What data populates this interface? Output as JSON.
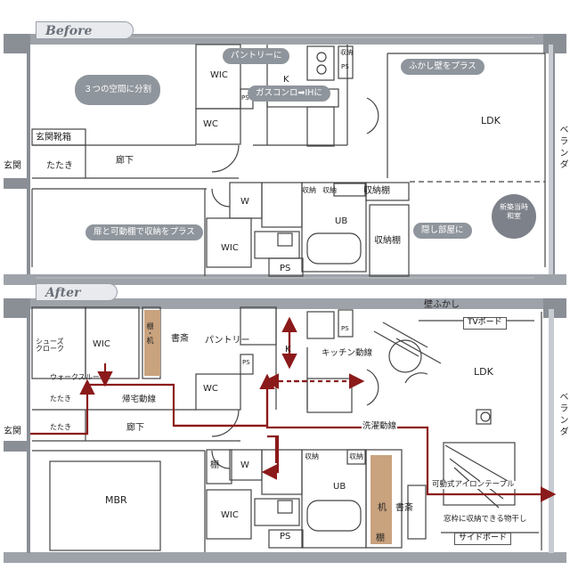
{
  "before": {
    "banner": "Before",
    "rooms": {
      "wic_top": "WIC",
      "wc": "WC",
      "ps_small": "PS",
      "kitchen": "K",
      "ldk": "LDK",
      "balcony": "ベランダ",
      "genkan_kutsubako": "玄関靴箱",
      "genkan": "玄関",
      "tataki": "たたき",
      "roka": "廊下",
      "w": "W",
      "ub": "UB",
      "wic_bottom": "WIC",
      "ps_bottom": "PS",
      "storage_a": "収納",
      "storage_b": "収納",
      "storage_c": "収納棚",
      "storage_d": "収納棚",
      "ps_kitchen": "PS",
      "fridge_storage": "収納"
    },
    "callouts": {
      "split": "３つの空間に分割",
      "pantry": "パントリーに",
      "gas": "ガスコンロ➡IHに",
      "false_wall": "ふかし壁をプラス",
      "door_storage": "扉と可動棚で収納をプラス",
      "hidden_room": "隠し部屋に",
      "washitsu": "新築当時\n和室"
    }
  },
  "after": {
    "banner": "After",
    "rooms": {
      "shoes_cloak": "シューズ\nクローク",
      "wic_top": "WIC",
      "shelf_desk": "棚・机",
      "study_top": "書斎",
      "pantry": "パントリー",
      "kitchen": "K",
      "ps_top": "PS",
      "ps_mid": "PS",
      "wc": "WC",
      "walk_through": "ウォークスルー",
      "tataki_a": "たたき",
      "tataki_b": "たたき",
      "genkan": "玄関",
      "roka": "廊下",
      "ldk": "LDK",
      "balcony": "ベランダ",
      "shelf": "棚",
      "w": "W",
      "ub": "UB",
      "desk": "机",
      "study_bottom": "書斎",
      "mbr": "MBR",
      "wic_bottom": "WIC",
      "ps_bottom": "PS",
      "shelf_bottom": "棚",
      "storage_a": "収納",
      "storage_b": "収納"
    },
    "labels": {
      "false_wall": "壁ふかし",
      "tv_board": "TVボード",
      "kitchen_flow": "キッチン動線",
      "return_flow": "帰宅動線",
      "laundry_flow": "洗濯動線",
      "ironing_table": "可動式アイロンテーブル",
      "window_dryer": "窓枠に収納できる物干し",
      "sideboard": "サイドボード"
    }
  },
  "colors": {
    "wall": "#8a8f96",
    "line": "#444444",
    "flow": "#8b1a1a",
    "bubble": "#8f959c",
    "wood": "#c9a27e"
  }
}
